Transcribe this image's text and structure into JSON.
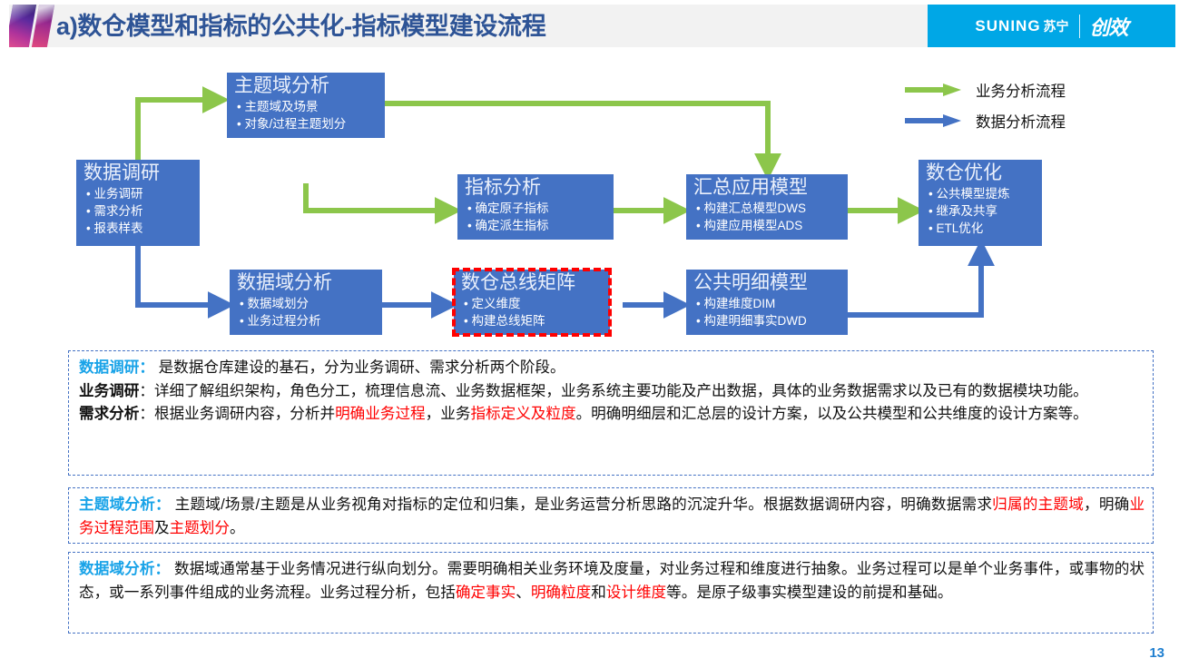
{
  "header": {
    "title": "a)数仓模型和指标的公共化-指标模型建设流程",
    "brand_name": "SUNING",
    "brand_name_cn": "苏宁",
    "brand_sub": "创效"
  },
  "legend": {
    "items": [
      {
        "label": "业务分析流程",
        "color": "#8cc64b"
      },
      {
        "label": "数据分析流程",
        "color": "#4472c4"
      }
    ]
  },
  "flow": {
    "nodes": [
      {
        "id": "data-research",
        "title": "数据调研",
        "items": [
          "业务调研",
          "需求分析",
          "报表样表"
        ]
      },
      {
        "id": "subject-domain-analysis",
        "title": "主题域分析",
        "items": [
          "主题域及场景",
          "对象/过程主题划分"
        ]
      },
      {
        "id": "data-domain-analysis",
        "title": "数据域分析",
        "items": [
          "数据域划分",
          "业务过程分析"
        ]
      },
      {
        "id": "metric-analysis",
        "title": "指标分析",
        "items": [
          "确定原子指标",
          "确定派生指标"
        ]
      },
      {
        "id": "bus-matrix",
        "title": "数仓总线矩阵",
        "items": [
          "定义维度",
          "构建总线矩阵"
        ]
      },
      {
        "id": "summary-app-model",
        "title": "汇总应用模型",
        "items": [
          "构建汇总模型DWS",
          "构建应用模型ADS"
        ]
      },
      {
        "id": "public-detail-model",
        "title": "公共明细模型",
        "items": [
          "构建维度DIM",
          "构建明细事实DWD"
        ]
      },
      {
        "id": "warehouse-optimization",
        "title": "数仓优化",
        "items": [
          "公共模型提炼",
          "继承及共享",
          "ETL优化"
        ]
      }
    ]
  },
  "notes": [
    {
      "id": "note-data-research",
      "lines": [
        [
          {
            "t": "数据调研：",
            "s": "lead"
          },
          {
            "t": " 是数据仓库建设的基石，分为业务调研、需求分析两个阶段。",
            "s": ""
          }
        ],
        [
          {
            "t": "业务调研",
            "s": "sub"
          },
          {
            "t": "：详细了解组织架构，角色分工，梳理信息流、业务数据框架，业务系统主要功能及产出数据，具体的业务数据需求以及已有的数据模块功能。",
            "s": ""
          }
        ],
        [
          {
            "t": "需求分析",
            "s": "sub"
          },
          {
            "t": "：根据业务调研内容，分析并",
            "s": ""
          },
          {
            "t": "明确业务过程",
            "s": "hi"
          },
          {
            "t": "，业务",
            "s": ""
          },
          {
            "t": "指标定义及粒度",
            "s": "hi"
          },
          {
            "t": "。明确明细层和汇总层的设计方案，以及公共模型和公共维度的设计方案等。",
            "s": ""
          }
        ]
      ]
    },
    {
      "id": "note-subject-domain",
      "lines": [
        [
          {
            "t": "主题域分析：",
            "s": "lead"
          },
          {
            "t": " 主题域/场景/主题是从业务视角对指标的定位和归集，是业务运营分析思路的沉淀升华。根据数据调研内容，明确数据需求",
            "s": ""
          },
          {
            "t": "归属的主题域",
            "s": "hi"
          },
          {
            "t": "，明确",
            "s": ""
          },
          {
            "t": "业务过程范围",
            "s": "hi"
          },
          {
            "t": "及",
            "s": ""
          },
          {
            "t": "主题划分",
            "s": "hi"
          },
          {
            "t": "。",
            "s": ""
          }
        ]
      ]
    },
    {
      "id": "note-data-domain",
      "lines": [
        [
          {
            "t": "数据域分析：",
            "s": "lead"
          },
          {
            "t": " 数据域通常基于业务情况进行纵向划分。需要明确相关业务环境及度量，对业务过程和维度进行抽象。业务过程可以是单个业务事件，或事物的状态，或一系列事件组成的业务流程。业务过程分析，包括",
            "s": ""
          },
          {
            "t": "确定事实",
            "s": "hi"
          },
          {
            "t": "、",
            "s": ""
          },
          {
            "t": "明确粒度",
            "s": "hi"
          },
          {
            "t": "和",
            "s": ""
          },
          {
            "t": "设计维度",
            "s": "hi"
          },
          {
            "t": "等。是原子级事实模型建设的前提和基础。",
            "s": ""
          }
        ]
      ]
    }
  ],
  "page_number": "13"
}
